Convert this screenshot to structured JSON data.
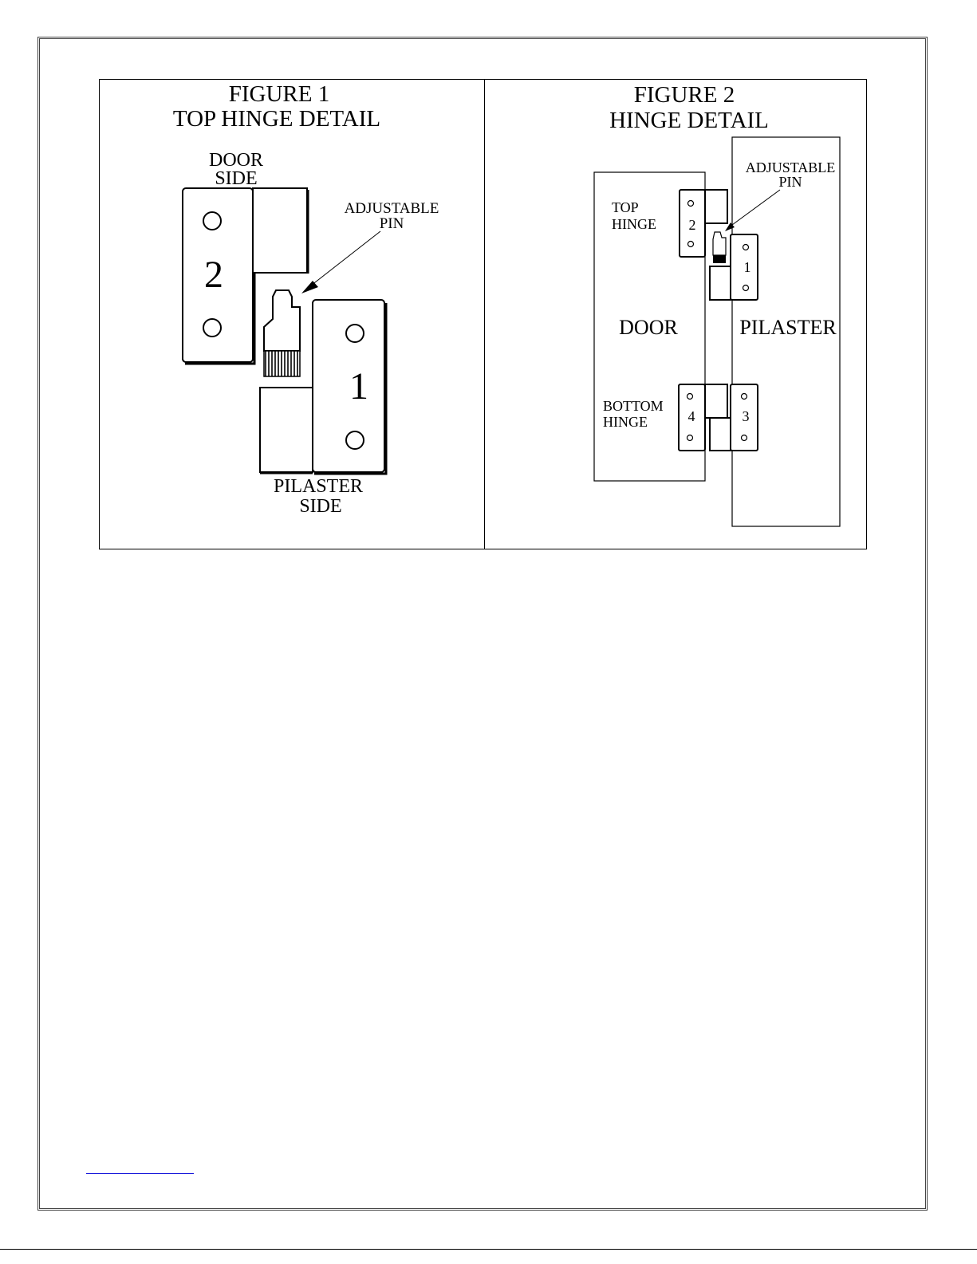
{
  "figure1": {
    "title_line1": "FIGURE 1",
    "title_line2": "TOP HINGE DETAIL",
    "door_side_line1": "DOOR",
    "door_side_line2": "SIDE",
    "pin_line1": "ADJUSTABLE",
    "pin_line2": "PIN",
    "pilaster_side_line1": "PILASTER",
    "pilaster_side_line2": "SIDE",
    "hinge_door_number": "2",
    "hinge_pilaster_number": "1"
  },
  "figure2": {
    "title_line1": "FIGURE 2",
    "title_line2": "HINGE DETAIL",
    "pin_line1": "ADJUSTABLE",
    "pin_line2": "PIN",
    "top_hinge_line1": "TOP",
    "top_hinge_line2": "HINGE",
    "bottom_hinge_line1": "BOTTOM",
    "bottom_hinge_line2": "HINGE",
    "door_label": "DOOR",
    "pilaster_label": "PILASTER",
    "hinge_numbers": [
      "2",
      "1",
      "4",
      "3"
    ]
  },
  "colors": {
    "line": "#000000",
    "link": "#1a1adb",
    "frame": "#444444"
  }
}
